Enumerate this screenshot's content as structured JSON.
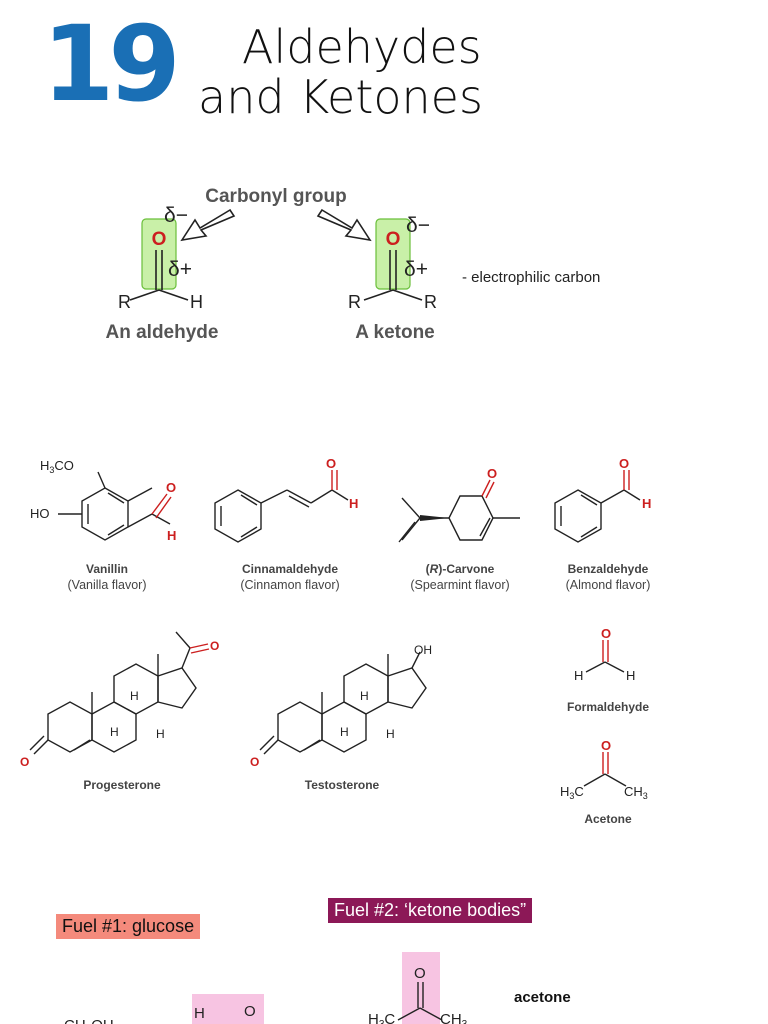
{
  "header": {
    "chapter_number": "19",
    "title_line1": "Aldehydes",
    "title_line2": "and Ketones"
  },
  "carbonyl": {
    "label": "Carbonyl group",
    "aldehyde_label": "An aldehyde",
    "ketone_label": "A ketone",
    "electrophilic_note": "- electrophilic carbon",
    "delta_minus": "δ−",
    "delta_plus": "δ+",
    "O": "O",
    "R": "R",
    "H": "H"
  },
  "molecules": [
    {
      "name": "Vanillin",
      "use": "(Vanilla flavor)"
    },
    {
      "name": "Cinnamaldehyde",
      "use": "(Cinnamon flavor)"
    },
    {
      "name_prefix": "(",
      "name_italic": "R",
      "name_suffix": ")-Carvone",
      "use": "(Spearmint flavor)"
    },
    {
      "name": "Benzaldehyde",
      "use": "(Almond flavor)"
    }
  ],
  "steroids": {
    "progesterone": "Progesterone",
    "testosterone": "Testosterone"
  },
  "small": {
    "formaldehyde": "Formaldehyde",
    "acetone": "Acetone"
  },
  "fuel": {
    "fuel1": "Fuel #1: glucose",
    "fuel2": "Fuel #2: ‘ketone bodies”",
    "acetone": "acetone"
  },
  "colors": {
    "chapter_blue": "#1a6fb5",
    "carbonyl_red": "#cc1f1f",
    "highlight_green": "#c9f0a8",
    "fuel1_bg": "#f48a7c",
    "fuel2_bg": "#8c1857",
    "pink_highlight": "#f7c4e2"
  }
}
